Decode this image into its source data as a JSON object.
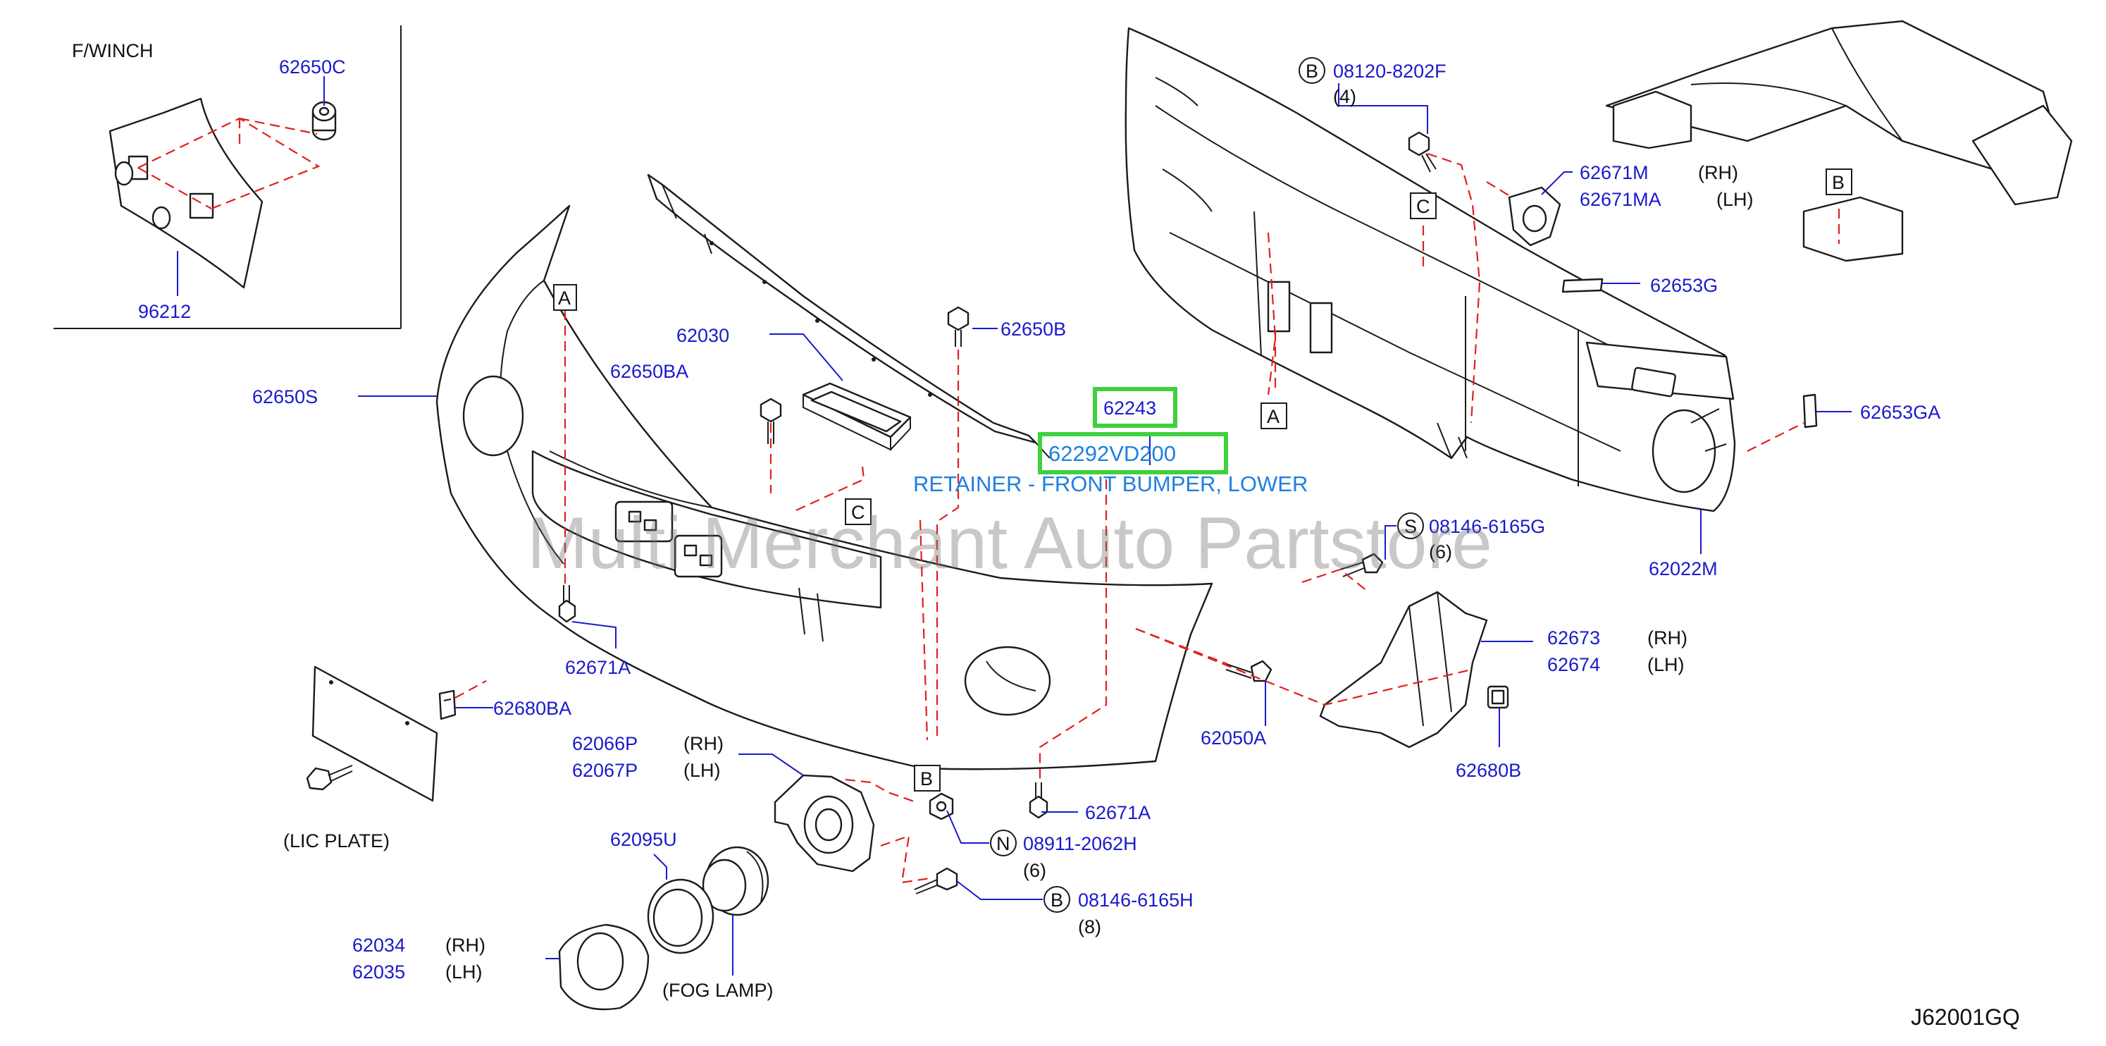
{
  "inset": {
    "title": "F/WINCH",
    "parts": [
      "62650C",
      "96212"
    ]
  },
  "callouts": {
    "p62650S": "62650S",
    "p62030": "62030",
    "p62650BA": "62650BA",
    "p62650B": "62650B",
    "p62671A_top": "62671A",
    "p62680BA": "62680BA",
    "p62066P": "62066P",
    "p62067P": "62067P",
    "p62095U": "62095U",
    "p62034": "62034",
    "p62035": "62035",
    "p62671A_bottom": "62671A",
    "p08911": "08911-2062H",
    "p08146_bottom": "08146-6165H",
    "p62050A": "62050A",
    "p62673": "62673",
    "p62674": "62674",
    "p62680B": "62680B",
    "p08146_mid": "08146-6165G",
    "p62022M": "62022M",
    "p62653GA": "62653GA",
    "p62653G": "62653G",
    "p62671M": "62671M",
    "p62671MA": "62671MA",
    "p08120": "08120-8202F",
    "p62243": "62243"
  },
  "qualifiers": {
    "rh": "(RH)",
    "lh": "(LH)",
    "q4": "(4)",
    "q6": "(6)",
    "q8": "(8)"
  },
  "labels": {
    "lic_plate": "(LIC   PLATE)",
    "fog_lamp": "(FOG   LAMP)"
  },
  "reference_letters": {
    "a": "A",
    "b": "B",
    "c": "C",
    "n": "N",
    "s": "S"
  },
  "highlighted_part": {
    "number": "62292VD200",
    "description": "RETAINER - FRONT BUMPER, LOWER"
  },
  "watermark": "Multi Merchant Auto Partstore",
  "diagram_code": "J62001GQ",
  "colors": {
    "part_number": "#1a1acc",
    "highlight": "#3ed13e",
    "description": "#1e7fe0",
    "leader_dash": "#e0201e"
  }
}
